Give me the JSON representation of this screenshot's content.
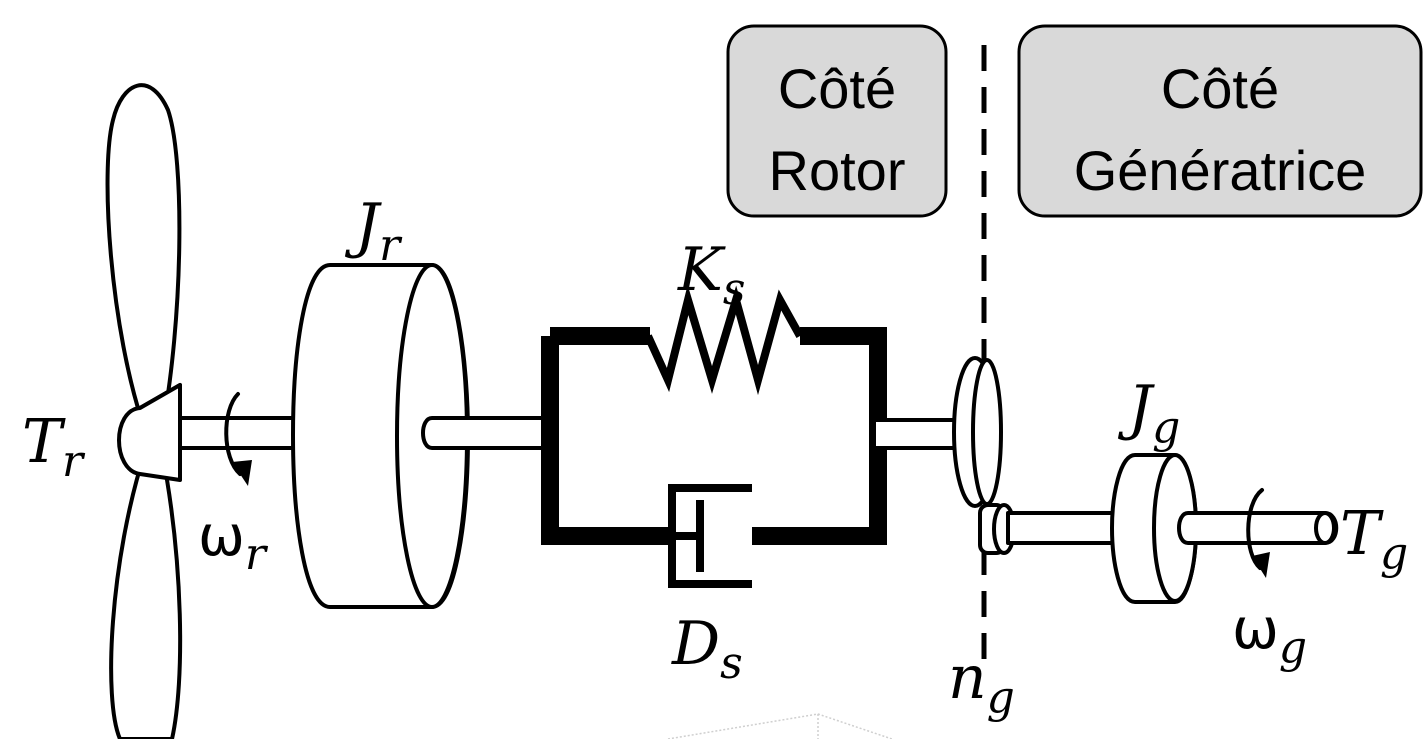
{
  "labels": {
    "rotor_torque": "T",
    "rotor_torque_sub": "r",
    "rotor_speed": "ω",
    "rotor_speed_sub": "r",
    "rotor_inertia": "J",
    "rotor_inertia_sub": "r",
    "stiffness": "K",
    "stiffness_sub": "s",
    "damping": "D",
    "damping_sub": "s",
    "gear_ratio": "n",
    "gear_ratio_sub": "g",
    "gen_inertia": "J",
    "gen_inertia_sub": "g",
    "gen_speed": "ω",
    "gen_speed_sub": "g",
    "gen_torque": "T",
    "gen_torque_sub": "g"
  },
  "boxes": {
    "rotor_side_line1": "Côté",
    "rotor_side_line2": "Rotor",
    "generator_side_line1": "Côté",
    "generator_side_line2": "Génératrice"
  },
  "colors": {
    "box_fill": "#d9d9d9",
    "stroke": "#000000"
  }
}
